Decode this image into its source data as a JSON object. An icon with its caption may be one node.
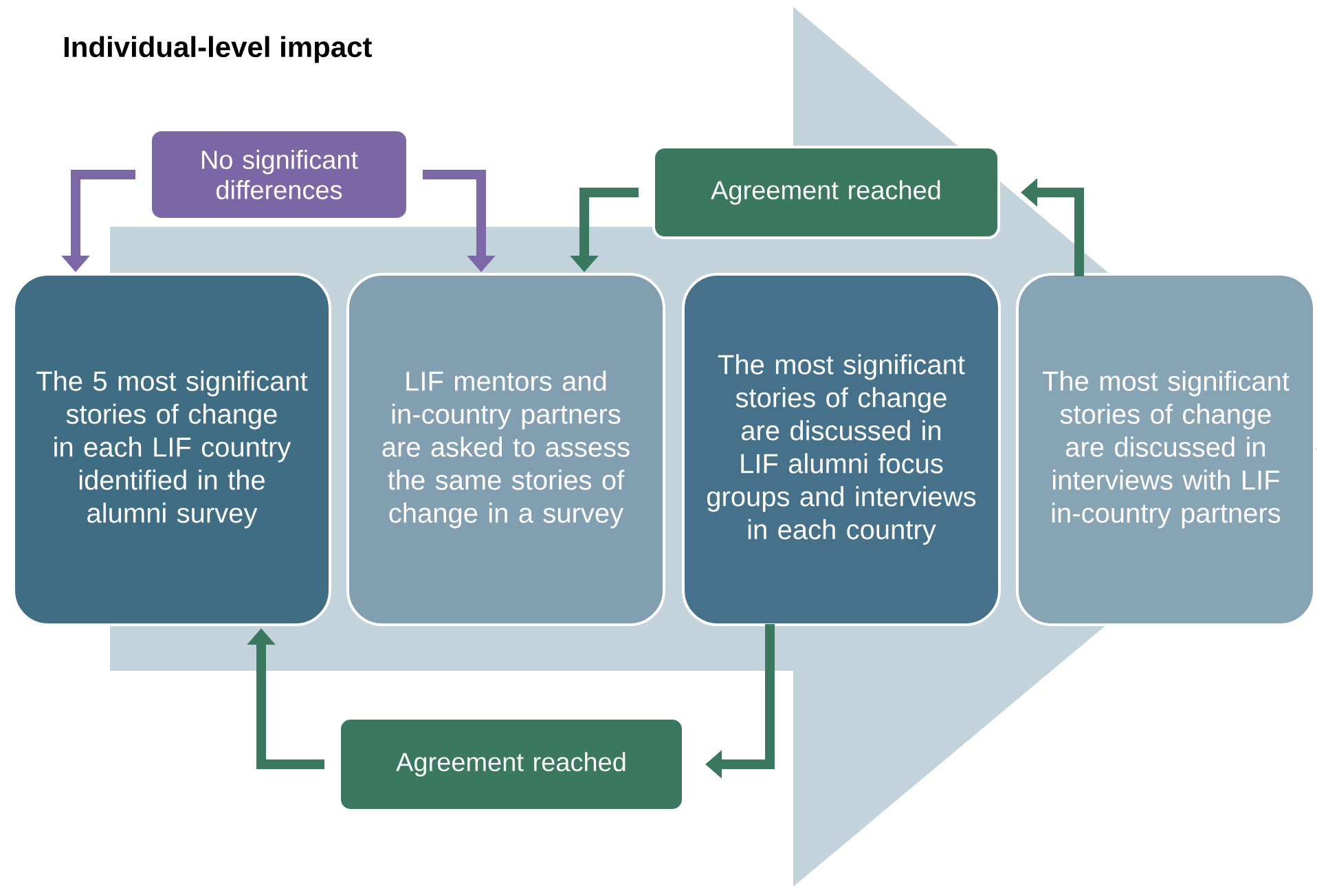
{
  "diagram": {
    "title": "Individual-level impact",
    "nodes": [
      {
        "text": [
          "No significant differences"
        ]
      },
      {
        "text": [
          "Agreement reached"
        ]
      },
      {
        "text": [
          "The 5 most significant stories of change in each LIF country identified in the alumni survey"
        ]
      },
      {
        "text": [
          "LIF mentors and in-country partners are asked to assess the same stories of change in a survey"
        ]
      },
      {
        "text": [
          "The most significant stories of change are discussed in LIF alumni focus groups and interviews in each country"
        ]
      },
      {
        "text": [
          "The most significant stories of change are discussed in interviews with LIF in-country partners"
        ]
      },
      {
        "text": [
          "Agreement reached"
        ]
      }
    ],
    "edges": [
      {
        "from": 0,
        "to": 2,
        "arrow": "to",
        "color": "#7c68a6"
      },
      {
        "from": 0,
        "to": 3,
        "arrow": "to",
        "color": "#7c68a6"
      },
      {
        "from": 5,
        "to": 1,
        "arrow": "to"
      },
      {
        "from": 1,
        "to": 3,
        "arrow": "to"
      },
      {
        "from": 4,
        "to": 6,
        "arrow": "to"
      },
      {
        "from": 6,
        "to": 2,
        "arrow": "to"
      },
      {
        "from": 2,
        "to": 5,
        "arrow": "to",
        "style": "thick",
        "color": "#c2d3dc"
      }
    ]
  }
}
